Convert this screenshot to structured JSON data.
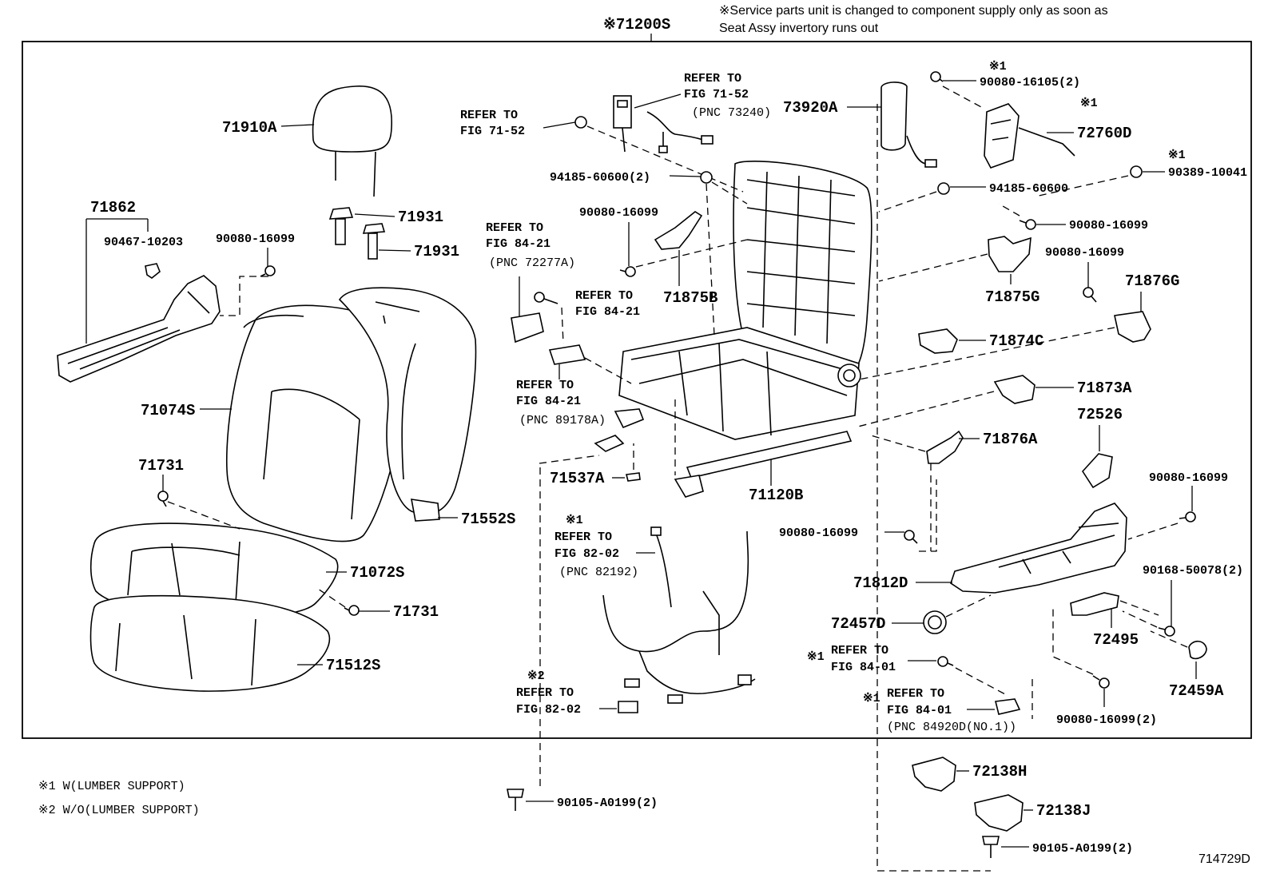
{
  "header": {
    "assembly": "※71200S",
    "note_line1": "※Service parts unit is changed to component supply only as soon as",
    "note_line2": "Seat Assy invertory runs out"
  },
  "parts": {
    "p71910A": "71910A",
    "p71862": "71862",
    "p90467_10203": "90467-10203",
    "p90080_16099_a": "90080-16099",
    "p71931_a": "71931",
    "p71931_b": "71931",
    "p71074S": "71074S",
    "p71731_a": "71731",
    "p71552S": "71552S",
    "p71072S": "71072S",
    "p71731_b": "71731",
    "p71512S": "71512S",
    "p94185_60600_2": "94185-60600(2)",
    "p90080_16099_b": "90080-16099",
    "p71875B": "71875B",
    "p71537A": "71537A",
    "p71120B": "71120B",
    "p73920A": "73920A",
    "p90080_16105_2": "90080-16105(2)",
    "p72760D": "72760D",
    "p90389_10041": "90389-10041",
    "p94185_60600": "94185-60600",
    "p90080_16099_c": "90080-16099",
    "p90080_16099_d": "90080-16099",
    "p71875G": "71875G",
    "p71876G": "71876G",
    "p71874C": "71874C",
    "p71873A": "71873A",
    "p72526": "72526",
    "p71876A": "71876A",
    "p90080_16099_e": "90080-16099",
    "p90080_16099_f": "90080-16099",
    "p71812D": "71812D",
    "p90168_50078_2": "90168-50078(2)",
    "p72457D": "72457D",
    "p72495": "72495",
    "p72459A": "72459A",
    "p90080_16099_2": "90080-16099(2)",
    "p72138H": "72138H",
    "p72138J": "72138J",
    "p90105_A0199_a": "90105-A0199(2)",
    "p90105_A0199_b": "90105-A0199(2)"
  },
  "refs": {
    "r1_l1": "REFER TO",
    "r1_l2": "FIG 71-52",
    "r1_l3": "(PNC 73240)",
    "r2_l1": "REFER TO",
    "r2_l2": "FIG 71-52",
    "r3_l1": "REFER TO",
    "r3_l2": "FIG 84-21",
    "r3_l3": "(PNC 72277A)",
    "r4_l1": "REFER TO",
    "r4_l2": "FIG 84-21",
    "r5_l1": "REFER TO",
    "r5_l2": "FIG 84-21",
    "r5_l3": "(PNC 89178A)",
    "r6_mark": "※1",
    "r6_l1": "REFER TO",
    "r6_l2": "FIG 82-02",
    "r6_l3": "(PNC 82192)",
    "r7_mark": "※2",
    "r7_l1": "REFER TO",
    "r7_l2": "FIG 82-02",
    "r8_mark": "※1",
    "r8_l1": "REFER TO",
    "r8_l2": "FIG 84-01",
    "r9_mark": "※1",
    "r9_l1": "REFER TO",
    "r9_l2": "FIG 84-01",
    "r9_l3": "(PNC 84920D(NO.1))"
  },
  "marks": {
    "m_16105": "※1",
    "m_72760D": "※1",
    "m_10041": "※1"
  },
  "legend": {
    "line1": "※1 W(LUMBER SUPPORT)",
    "line2": "※2 W/O(LUMBER SUPPORT)"
  },
  "diagram_id": "714729D"
}
